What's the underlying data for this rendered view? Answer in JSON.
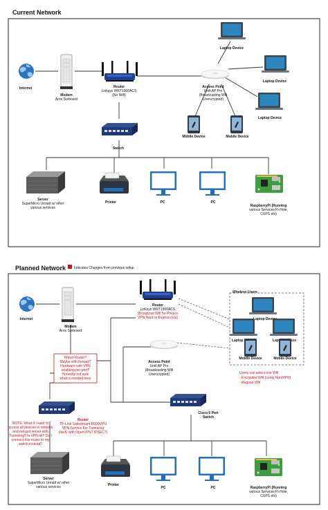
{
  "current": {
    "title": "Current Network",
    "internet": "Internet",
    "modem": [
      "Modem",
      "Arris Surboard"
    ],
    "router": [
      "Router",
      "Linksys WRT1900ACS",
      "(No Wifi)"
    ],
    "ap": [
      "Access Point",
      "Unifi AP Pro",
      "(Broadcasting Wifi",
      "Unencrypted)"
    ],
    "laptop1": "Laptop Device",
    "laptop2": "Laptop Device",
    "laptop3": "Laptop Device",
    "mobile1": "Mobile Device",
    "mobile2": "Mobile Device",
    "switch": "Switch",
    "server": [
      "Server",
      "SuperMicro Unraid w/ other",
      "various services"
    ],
    "printer": "Printer",
    "pc1": "PC",
    "pc2": "PC",
    "pi": [
      "RaspberryPi (Running",
      "various Services Pi-Hole,",
      "CUPS etc)"
    ]
  },
  "planned": {
    "title": "Planned Network",
    "legend": "Indicates Changes from previous setup",
    "internet": "Internet",
    "modem": [
      "Modem",
      "Arris Surboard"
    ],
    "router": [
      "Router",
      "Linksys WRT1900ACS"
    ],
    "router_note": [
      "(Broadcast Wifi for Privacy",
      "VPN Nord or Express Etc)"
    ],
    "wireless_title": "Wireless Users",
    "laptop_a": "Laptop Device",
    "laptop_b": "Laptop Device",
    "laptop_c": "Laptop Device",
    "mobile_a": "Mobile Device",
    "mobile_b": "Mobile Device",
    "users_note": [
      "Users can select  one Wifi",
      "- Encrypted Wifi (using NordVPN)",
      "- Regular Wifi"
    ],
    "question_note": [
      "Wired Router?",
      "Maybe with firewall?",
      "Hardware with VPN",
      "enabling per port?",
      "Honestly not sure",
      "what is needed here"
    ],
    "ap": [
      "Access Point",
      "Unifi AP Pro",
      "(Broadcasting Wifi",
      "Unencrypted)"
    ],
    "switch": [
      "Cisco 6 Port",
      "Switch"
    ],
    "vpn_router": "Router",
    "vpn_router_note": [
      "TP-Link Safestream R600VPN",
      "VPN Service For Tunneling",
      "(likely with OpenVPN? IPSEC?)"
    ],
    "server_note": [
      "NOTE: What if I want to",
      "access all devices in network",
      "and not just server with",
      "Tunneling? Is VPN ok? Do I",
      "connect this router to my",
      "switch instead?"
    ],
    "server": [
      "Server",
      "SuperMicro Unraid w/ other",
      "various services"
    ],
    "printer": "Printer",
    "pc1": "PC",
    "pc2": "PC",
    "pi": [
      "RaspberryPi (Running",
      "various Services Pi-Hole,",
      "CUPS etc)"
    ]
  },
  "colors": {
    "accent_red": "#d0121b",
    "router_blue": "#1f3f8f",
    "screen_blue": "#2e86c1",
    "switch_blue": "#1e3a7a"
  }
}
